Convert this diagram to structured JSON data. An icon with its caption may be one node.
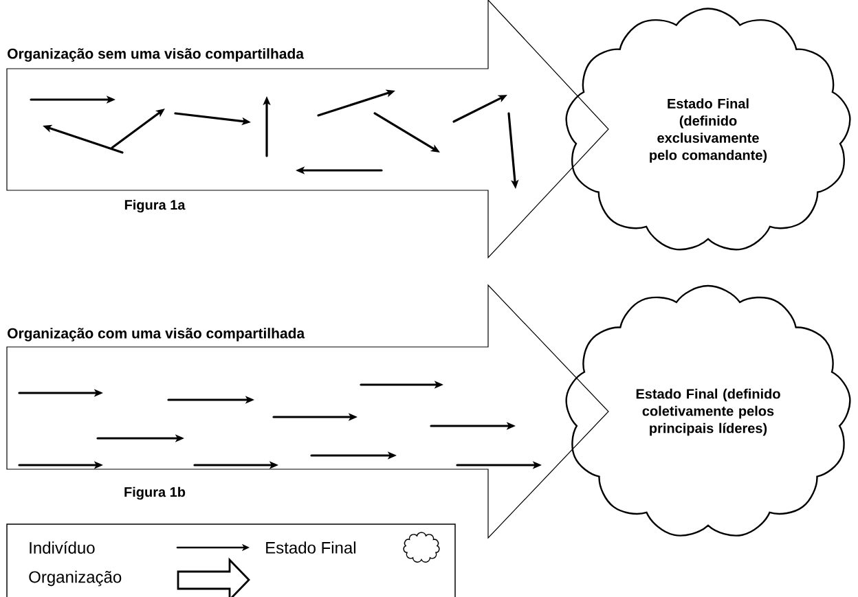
{
  "diagram": {
    "nodes": [
      {
        "text": [
          "Organização sem uma visão compartilhada"
        ]
      },
      {
        "text": [
          "Estado Final (definido exclusivamente pelo comandante)"
        ]
      },
      {
        "text": [
          "Organização com uma visão compartilhada"
        ]
      },
      {
        "text": [
          "Estado Final (definido coletivamente pelos principais líderes)"
        ]
      }
    ],
    "edges": [],
    "labels": [
      "Figura 1a",
      "Figura 1b"
    ],
    "legend": [
      {
        "text": "Indivíduo"
      },
      {
        "text": "Estado Final"
      },
      {
        "text": "Organização"
      }
    ]
  }
}
